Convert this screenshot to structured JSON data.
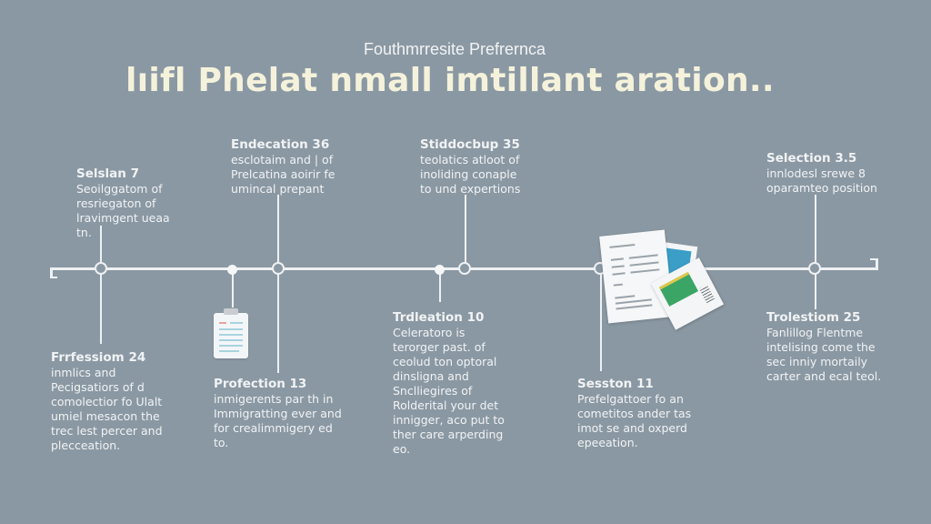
{
  "header": {
    "subtitle": "Fouthmrresite Prefrernca",
    "title": "lıifl Phelat nmall imtillant aration.."
  },
  "colors": {
    "background": "#8a98a3",
    "line": "#eef1f3",
    "title": "#f5f2dc",
    "text": "#f1f3f4"
  },
  "timeline": {
    "top_items": [
      {
        "heading": "Selslan 7",
        "body": "Seoilggatom of\nresriegaton of\nlravimgent ueaa\ntn."
      },
      {
        "heading": "Endecation 36",
        "body": "esclotaim and | of\nPrelcatina aoirir fe\numincal prepant"
      },
      {
        "heading": "Stiddocbup 35",
        "body": "teolatics atloot of\ninoliding conaple\nto und expertions"
      },
      {
        "heading": "Selection 3.5",
        "body": "innlodesl srewe 8\noparamteo position"
      }
    ],
    "bottom_items": [
      {
        "heading": "Frrfessiom 24",
        "body": "inmlics and\nPecigsatiors of d\ncomolectior fo Ulalt\numiel mesacon the\ntrec lest percer and\nplecceation."
      },
      {
        "heading": "Profection 13",
        "body": "inmigerents par th in\nImmigratting ever and\nfor crealimmigery ed\nto."
      },
      {
        "heading": "Trdleation 10",
        "body": "Celeratoro is\nterorger past. of\nceolud ton optoral\ndinsligna and\nSnclliegires of\nRolderital your det\ninnigger, aco put to\nther care arperding\neo."
      },
      {
        "heading": "Sesston 11",
        "body": "Prefelgattoer fo an\ncometitos ander tas\nimot se and oxperd\nepeeation."
      },
      {
        "heading": "Trolestiom 25",
        "body": "Fanlillog Flentme\nintelising come the\nsec inniy mortaily\ncarter and ecal teol."
      }
    ],
    "icons": [
      "clipboard-icon",
      "documents-icon"
    ]
  }
}
